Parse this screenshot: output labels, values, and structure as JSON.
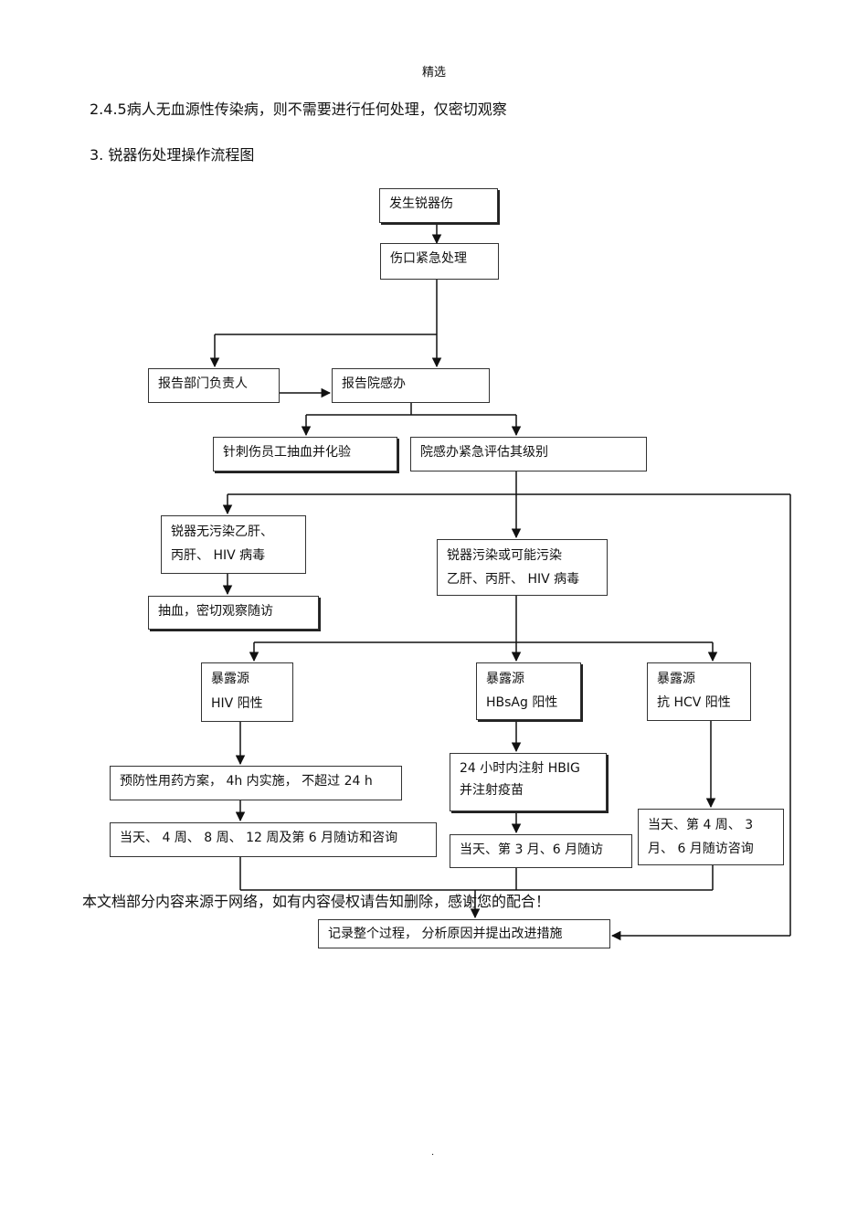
{
  "header": {
    "text": "精选"
  },
  "paragraphs": {
    "p245": "2.4.5病人无血源性传染病，则不需要进行任何处理，仅密切观察",
    "p3": "3.  锐器伤处理操作流程图"
  },
  "flow": {
    "occur": "发生锐器伤",
    "wound": "伤口紧急处理",
    "report_dept": "报告部门负责人",
    "report_office": "报告院感办",
    "blood_test": "针刺伤员工抽血并化验",
    "assess": "院感办紧急评估其级别",
    "no_pollution": [
      "锐器无污染乙肝、",
      "丙肝、  HIV  病毒"
    ],
    "pollution": [
      "锐器污染或可能污染",
      "乙肝、丙肝、  HIV  病毒"
    ],
    "follow_observe": "抽血，密切观察随访",
    "hiv_source": [
      "暴露源",
      "HIV  阳性"
    ],
    "hbsag_source": [
      "暴露源",
      "HBsAg  阳性"
    ],
    "hcv_source": [
      "暴露源",
      "抗 HCV  阳性"
    ],
    "hiv_drug": "预防性用药方案，    4h 内实施，  不超过   24 h",
    "hiv_follow": "当天、  4 周、  8 周、  12 周及第  6 月随访和咨询",
    "hbig": [
      "24 小时内注射    HBIG",
      "并注射疫苗"
    ],
    "hb_follow": "当天、第   3 月、6 月随访",
    "hcv_follow": [
      "当天、第    4  周、  3",
      "月、  6  月随访咨询"
    ],
    "record": "记录整个过程，   分析原因并提出改进措施"
  },
  "footer": {
    "text": "本文档部分内容来源于网络，如有内容侵权请告知删除，感谢您的配合！",
    "dot": "."
  }
}
